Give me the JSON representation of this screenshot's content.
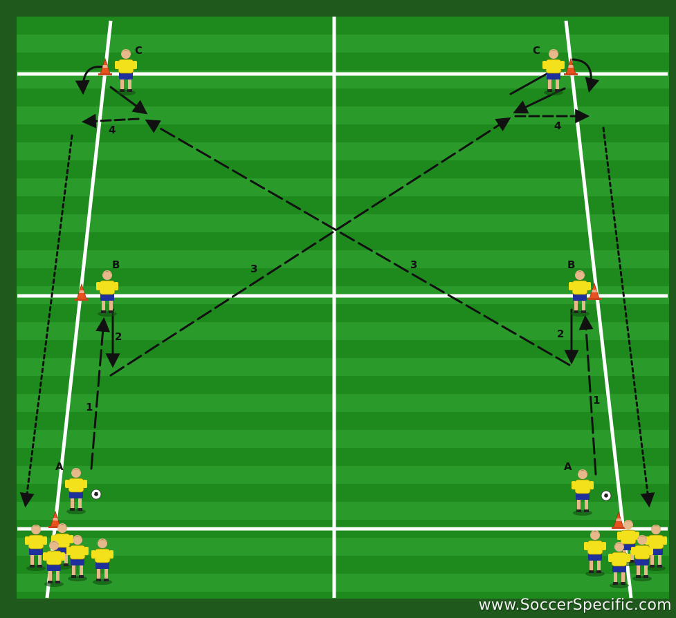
{
  "diagram": {
    "player_labels": [
      "A",
      "B",
      "C",
      "A",
      "B",
      "C"
    ],
    "pass_labels": [
      "1",
      "2",
      "3",
      "4",
      "1",
      "2",
      "3",
      "4"
    ]
  },
  "watermark": "www.SoccerSpecific.com",
  "colors": {
    "pitch_dark": "#1e8a1e",
    "pitch_light": "#2a9a2a",
    "border": "#1f5a1c",
    "line": "#ffffff",
    "cone": "#e8521e",
    "jersey": "#f2e11b",
    "shorts": "#1f2f9c"
  }
}
